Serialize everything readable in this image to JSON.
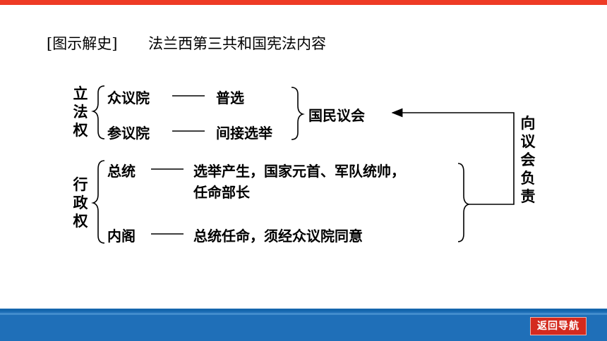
{
  "header": {
    "label": "[图示解史]",
    "title": "法兰西第三共和国宪法内容"
  },
  "diagram": {
    "legislative": {
      "label": "立法权",
      "chambers": [
        {
          "name": "众议院",
          "method": "普选"
        },
        {
          "name": "参议院",
          "method": "间接选举"
        }
      ],
      "together": "国民议会"
    },
    "executive": {
      "label": "行政权",
      "president": {
        "name": "总统",
        "desc_line1": "选举产生，国家元首、军队统帅，",
        "desc_line2": "任命部长"
      },
      "cabinet": {
        "name": "内阁",
        "desc": "总统任命，须经众议院同意"
      }
    },
    "responsibility": "向议会负责"
  },
  "footer": {
    "nav_label": "返回导航"
  },
  "colors": {
    "top_bar": "#ee3b25",
    "bottom_bar": "#1f6fb8",
    "nav_button": "#d42a1e"
  }
}
